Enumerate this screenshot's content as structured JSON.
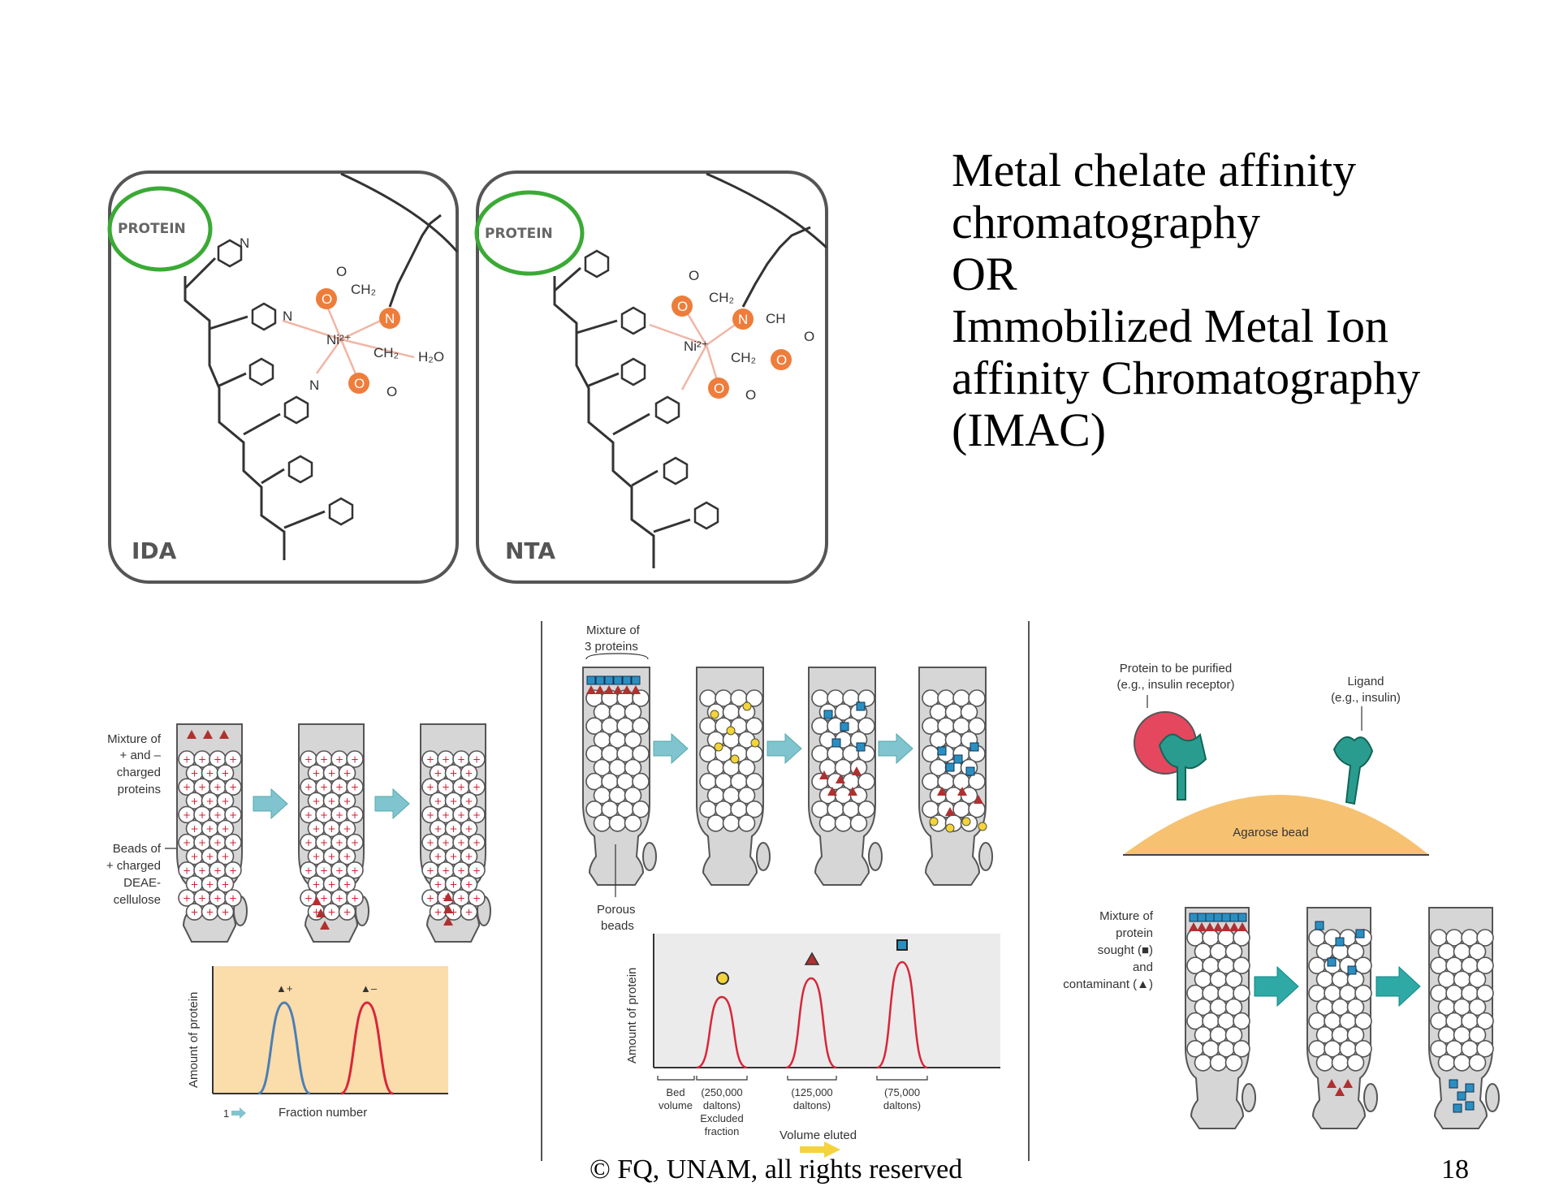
{
  "title": {
    "lines": [
      "Metal chelate affinity",
      "chromatography",
      "OR",
      "Immobilized Metal Ion",
      "affinity Chromatography",
      "(IMAC)"
    ]
  },
  "footer": {
    "copyright": "© FQ, UNAM, all rights reserved",
    "page_number": "18"
  },
  "chelates": {
    "ida": {
      "label": "IDA",
      "protein": "PROTEIN"
    },
    "nta": {
      "label": "NTA",
      "protein": "PROTEIN"
    },
    "atoms": {
      "n": "N",
      "o": "O",
      "ni": "Ni²⁺",
      "ch2": "CH₂",
      "ch": "CH",
      "h2o": "H₂O"
    }
  },
  "ion_exchange": {
    "mixture_label": [
      "Mixture of",
      "+ and –",
      "charged",
      "proteins"
    ],
    "beads_label": [
      "Beads of",
      "+ charged",
      "DEAE-",
      "cellulose"
    ],
    "y_axis": "Amount of protein",
    "x_axis": "Fraction number",
    "x_marker": "1",
    "peak1_label": "▲+",
    "peak2_label": "▲–"
  },
  "gel_filtration": {
    "mixture_label": [
      "Mixture of",
      "3 proteins"
    ],
    "porous_label": [
      "Porous",
      "beads"
    ],
    "y_axis": "Amount of protein",
    "x_axis": "Volume eluted",
    "ticks": [
      [
        "Bed",
        "volume"
      ],
      [
        "(250,000",
        "daltons)",
        "Excluded",
        "fraction"
      ],
      [
        "(125,000",
        "daltons)"
      ],
      [
        "(75,000",
        "daltons)"
      ]
    ]
  },
  "affinity": {
    "protein_label": [
      "Protein to be purified",
      "(e.g., insulin receptor)"
    ],
    "ligand_label": [
      "Ligand",
      "(e.g., insulin)"
    ],
    "bead_label": "Agarose bead",
    "mixture_label": [
      "Mixture of",
      "protein",
      "sought (■)",
      "and",
      "contaminant (▲)"
    ]
  },
  "colors": {
    "green_ring": "#3aaa35",
    "orange_atom": "#ee7d3b",
    "arrow_teal": "#7fc4cf",
    "arrow_dark_teal": "#2fa9a5",
    "peak_red": "#d8263a",
    "peak_blue": "#4a7fb5",
    "chart_bg_orange": "#fbdcab",
    "chart_bg_gray": "#ebebeb",
    "bead_orange": "#f6c272",
    "receptor_pink": "#e5475f"
  }
}
